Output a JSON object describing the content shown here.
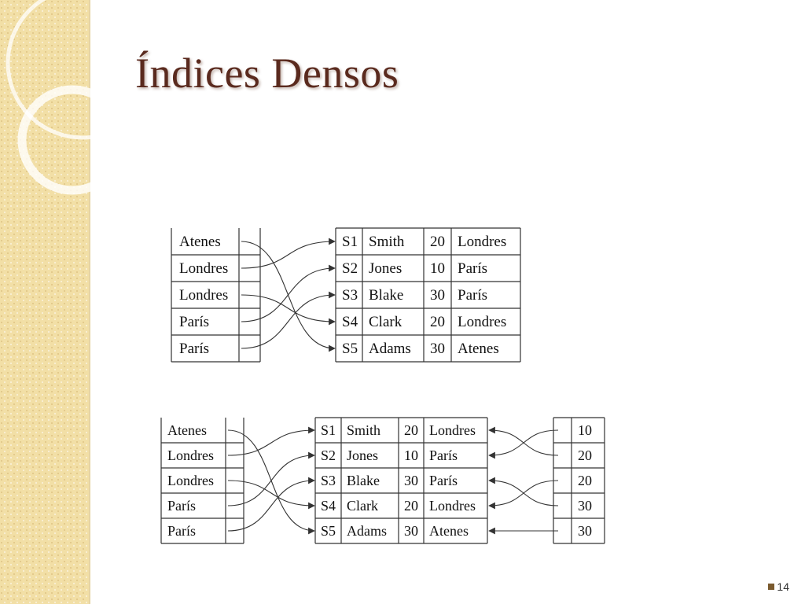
{
  "slide": {
    "title": "Índices Densos",
    "page_number": "14"
  },
  "diagram_top": {
    "index_keys": [
      "Atenes",
      "Londres",
      "Londres",
      "París",
      "París"
    ],
    "records": [
      {
        "id": "S1",
        "name": "Smith",
        "status": "20",
        "city": "Londres"
      },
      {
        "id": "S2",
        "name": "Jones",
        "status": "10",
        "city": "París"
      },
      {
        "id": "S3",
        "name": "Blake",
        "status": "30",
        "city": "París"
      },
      {
        "id": "S4",
        "name": "Clark",
        "status": "20",
        "city": "Londres"
      },
      {
        "id": "S5",
        "name": "Adams",
        "status": "30",
        "city": "Atenes"
      }
    ],
    "pointers": [
      4,
      0,
      3,
      1,
      2
    ]
  },
  "diagram_bottom": {
    "index_keys": [
      "Atenes",
      "Londres",
      "Londres",
      "París",
      "París"
    ],
    "records": [
      {
        "id": "S1",
        "name": "Smith",
        "status": "20",
        "city": "Londres"
      },
      {
        "id": "S2",
        "name": "Jones",
        "status": "10",
        "city": "París"
      },
      {
        "id": "S3",
        "name": "Blake",
        "status": "30",
        "city": "París"
      },
      {
        "id": "S4",
        "name": "Clark",
        "status": "20",
        "city": "Londres"
      },
      {
        "id": "S5",
        "name": "Adams",
        "status": "30",
        "city": "Atenes"
      }
    ],
    "pointers": [
      4,
      0,
      3,
      1,
      2
    ],
    "right_index_keys": [
      "10",
      "20",
      "20",
      "30",
      "30"
    ],
    "right_pointers": [
      1,
      0,
      3,
      2,
      4
    ]
  },
  "colors": {
    "title": "#5a2a1e",
    "side_band": "#f2dfa6",
    "lines": "#333333"
  }
}
